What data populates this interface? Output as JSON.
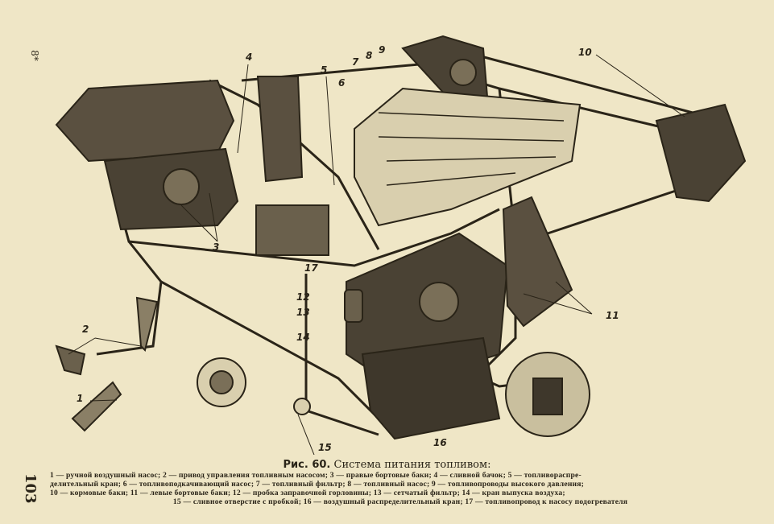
{
  "page": {
    "page_number": "103",
    "signature_mark": "8*"
  },
  "figure": {
    "label": "Рис. 60.",
    "title": "Система питания топливом:",
    "callouts": [
      "1",
      "2",
      "3",
      "4",
      "5",
      "6",
      "7",
      "8",
      "9",
      "10",
      "11",
      "12",
      "13",
      "14",
      "15",
      "16",
      "17"
    ],
    "legend_lines": [
      "1 — ручной воздушный насос; 2 — привод управления топливным насосом; 3 — правые бортовые баки; 4 — сливной бачок; 5 — топливораспре-",
      "делительный кран; 6 — топливоподкачивающий насос; 7 — топливный фильтр; 8 — топливный насос; 9 — топливопроводы высокого давления;",
      "10 — кормовые баки; 11 — левые бортовые баки; 12 — пробка заправочной горловины; 13 — сетчатый фильтр; 14 — кран выпуска воздуха;",
      "15 — сливное отверстие с пробкой; 16 — воздушный распределительный кран; 17 — топливопровод к насосу подогревателя"
    ]
  },
  "colors": {
    "paper": "#efe6c6",
    "ink": "#2a2418",
    "shade": "#5a5040"
  }
}
